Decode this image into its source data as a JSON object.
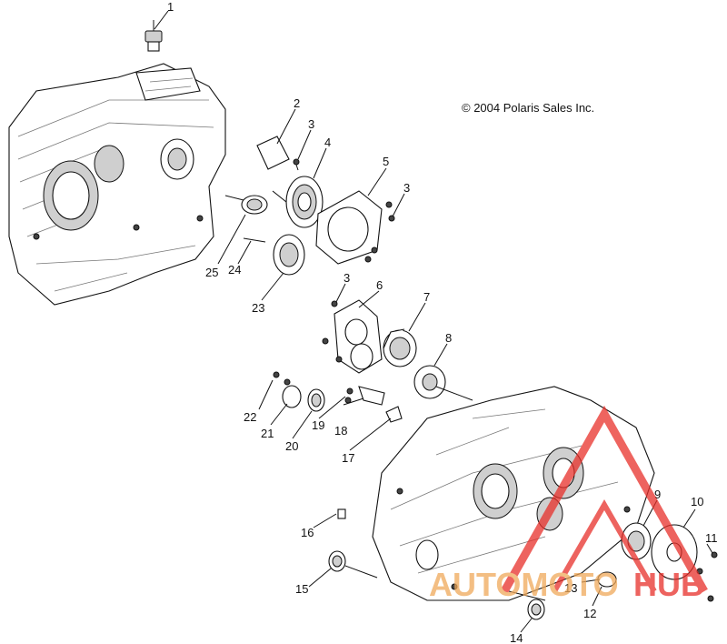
{
  "copyright": "© 2004 Polaris Sales Inc.",
  "watermark": {
    "part1": "AUTOMOTO",
    "part2": "HUB",
    "accent": "#e8302a",
    "secondary": "#f0a95a"
  },
  "callouts": [
    "1",
    "2",
    "3",
    "4",
    "5",
    "3",
    "23",
    "24",
    "25",
    "3",
    "6",
    "7",
    "8",
    "22",
    "21",
    "20",
    "19",
    "18",
    "17",
    "9",
    "10",
    "11",
    "16",
    "15",
    "14",
    "13",
    "12"
  ]
}
